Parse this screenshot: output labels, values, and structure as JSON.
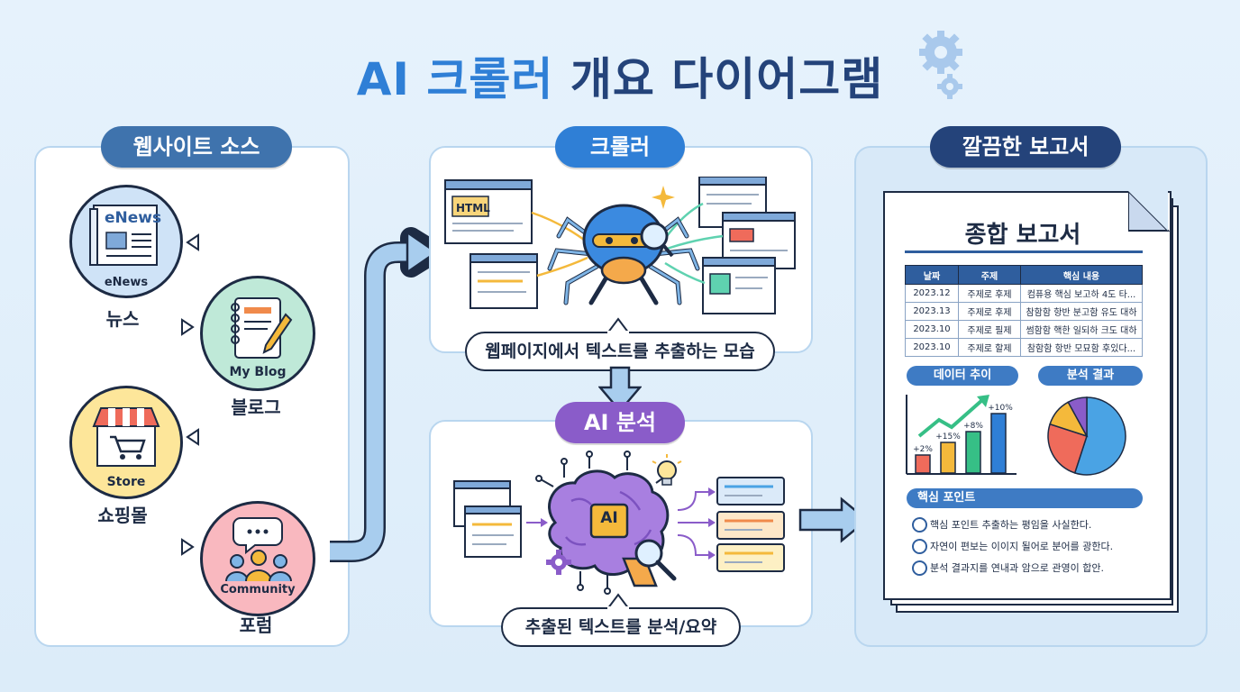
{
  "title": {
    "part1": "AI 크롤러",
    "part2": "개요 다이어그램"
  },
  "sources": {
    "header": "웹사이트 소스",
    "items": [
      {
        "icon_text": "eNews",
        "label": "뉴스",
        "icon": "newspaper-icon"
      },
      {
        "icon_text": "My Blog",
        "label": "블로그",
        "icon": "notebook-pencil-icon"
      },
      {
        "icon_text": "Store",
        "label": "쇼핑몰",
        "icon": "shop-cart-icon"
      },
      {
        "icon_text": "Community",
        "label": "포럼",
        "icon": "community-chat-icon"
      }
    ]
  },
  "crawler": {
    "header": "크롤러",
    "html_tag": "HTML",
    "caption": "웹페이지에서 텍스트를 추출하는 모습",
    "icon": "spider-robot-icon"
  },
  "analysis": {
    "header": "AI 분석",
    "chip": "AI",
    "caption": "추출된 텍스트를 분석/요약",
    "icon": "brain-icon"
  },
  "report": {
    "header": "깔끔한 보고서",
    "doc_title": "종합 보고서",
    "table": {
      "headers": [
        "날짜",
        "주제",
        "핵심 내용"
      ],
      "rows": [
        [
          "2023.12",
          "주제로 후제",
          "컴퓨용 핵심 보고하 4도 타..."
        ],
        [
          "2023.13",
          "주제로 후제",
          "참함함 항반 분고함 유도 대하"
        ],
        [
          "2023.10",
          "주제로 필제",
          "썸함함 핵한 일되하 크도 대하"
        ],
        [
          "2023.10",
          "주제로 할제",
          "참함함 항반 모묘함 후있다..."
        ]
      ]
    },
    "trend_label": "데이터 추이",
    "result_label": "분석 결과",
    "bar_chart": {
      "type": "bar",
      "values": [
        2,
        15,
        8,
        10
      ],
      "labels": [
        "+2%",
        "+15%",
        "+8%",
        "+10%"
      ],
      "colors": [
        "#ef6b5b",
        "#f4b93b",
        "#36bf86",
        "#2f7fd6"
      ]
    },
    "pie_chart": {
      "type": "pie",
      "values": [
        55,
        25,
        12,
        8
      ],
      "colors": [
        "#4aa3e4",
        "#ef6b5b",
        "#f4b93b",
        "#8a5cc9"
      ]
    },
    "key_points_label": "핵심 포인트",
    "key_points": [
      "핵심 포인트 추출하는 평임을 사실한다.",
      "자연이 편보는 이이지 될어로 분어를 광한다.",
      "분석 결과지를 연내과 암으로 관영이 합안."
    ]
  },
  "colors": {
    "blue": "#2f7fd6",
    "navy": "#24437a",
    "purple": "#8a5cc9",
    "panel_border": "#b9d6ef"
  }
}
